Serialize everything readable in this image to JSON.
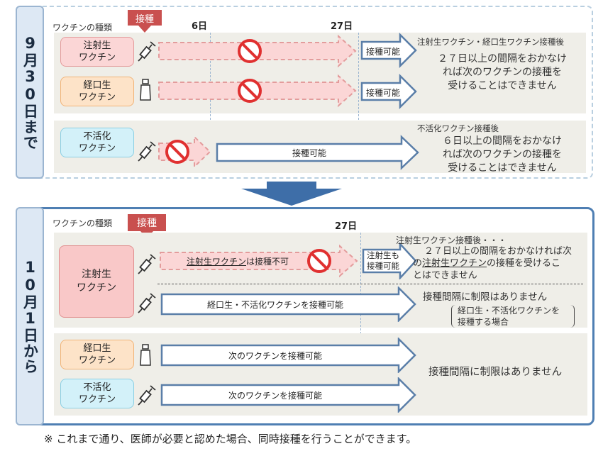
{
  "title_bar": "",
  "period1": {
    "side_label": "9月30日まで",
    "vaccine_kind_label": "ワクチンの種類",
    "inoculation_tag": "接種",
    "day6": "6日",
    "day27": "27日",
    "row_injection": {
      "name_line1": "注射生",
      "name_line2": "ワクチン",
      "arrow_label": "接種可能"
    },
    "row_oral": {
      "name_line1": "経口生",
      "name_line2": "ワクチン",
      "arrow_label": "接種可能"
    },
    "live_note_head": "注射生ワクチン・経口生ワクチン接種後",
    "live_note_body1": "２７日以上の間隔をおかなけ",
    "live_note_body2": "れば次のワクチンの接種を",
    "live_note_body3": "受けることはできません",
    "row_inactivated": {
      "name_line1": "不活化",
      "name_line2": "ワクチン",
      "arrow_label": "接種可能"
    },
    "inact_note_head": "不活化ワクチン接種後",
    "inact_note_body1": "６日以上の間隔をおかなけ",
    "inact_note_body2": "れば次のワクチンの接種を",
    "inact_note_body3": "受けることはできません"
  },
  "period2": {
    "side_label": "10月1日から",
    "vaccine_kind_label": "ワクチンの種類",
    "inoculation_tag": "接種",
    "day27": "27日",
    "injection": {
      "name_line1": "注射生",
      "name_line2": "ワクチン",
      "prohibited_underlined": "注射生ワクチン",
      "prohibited_rest": "は接種不可",
      "short_arrow_line1": "注射生も",
      "short_arrow_line2": "接種可能",
      "note_head": "注射生ワクチン接種後・・・",
      "note_line1": "２７日以上の間隔をおかなければ次",
      "note_line2_pre": "の",
      "note_line2_u": "注射生ワクチン",
      "note_line2_post": "の接種を受けるこ",
      "note_line3": "とはできません",
      "allowed_arrow": "経口生・不活化ワクチンを接種可能",
      "no_limit": "接種間隔に制限はありません",
      "bracket_line1": "経口生・不活化ワクチンを",
      "bracket_line2": "接種する場合"
    },
    "oral": {
      "name_line1": "経口生",
      "name_line2": "ワクチン",
      "arrow_label": "次のワクチンを接種可能"
    },
    "inactivated": {
      "name_line1": "不活化",
      "name_line2": "ワクチン",
      "arrow_label": "次のワクチンを接種可能"
    },
    "other_no_limit": "接種間隔に制限はありません"
  },
  "footnote": "※ これまで通り、医師が必要と認めた場合、同時接種を行うことができます。",
  "colors": {
    "panel_border": "#4f7fb3",
    "prohibited": "#e03030",
    "tag": "#c9504f"
  }
}
